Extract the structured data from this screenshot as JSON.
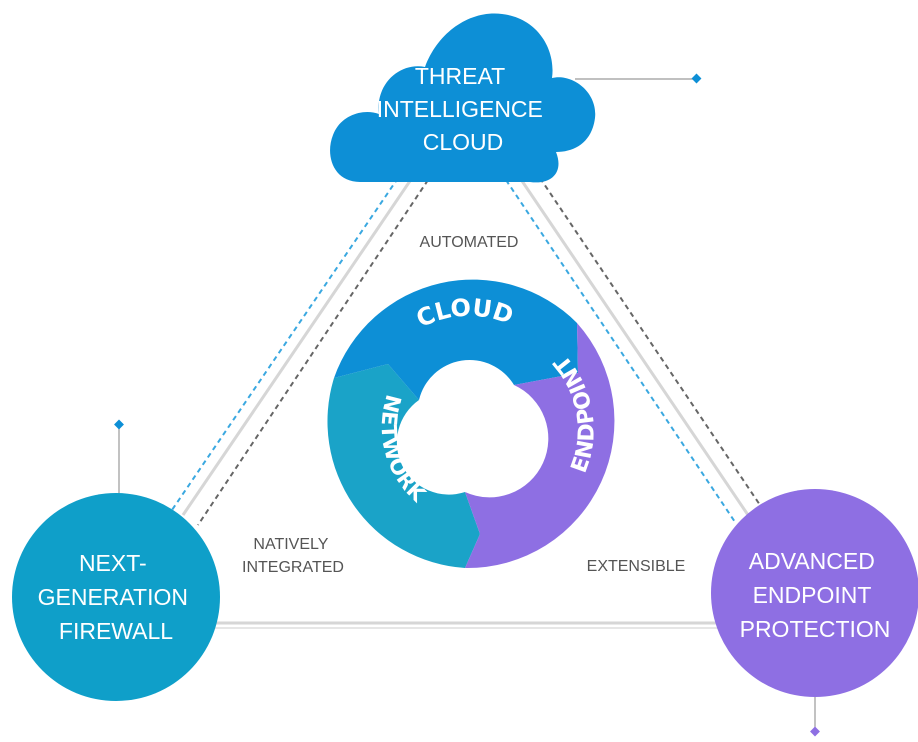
{
  "nodes": {
    "threat_cloud": {
      "lines": [
        "THREAT",
        "INTELLIGENCE",
        "CLOUD"
      ],
      "color": "#0d8fd6"
    },
    "firewall": {
      "lines": [
        "NEXT-",
        "GENERATION",
        "FIREWALL"
      ],
      "color": "#0f9fc9"
    },
    "endpoint_protection": {
      "lines": [
        "ADVANCED",
        "ENDPOINT",
        "PROTECTION"
      ],
      "color": "#8e6fe3"
    }
  },
  "edge_labels": {
    "automated": "AUTOMATED",
    "natively": [
      "NATIVELY",
      "INTEGRATED"
    ],
    "extensible": "EXTENSIBLE"
  },
  "cycle": {
    "cloud": "CLOUD",
    "network": "NETWORK",
    "endpoint": "ENDPOINT",
    "colors": {
      "cloud": "#0d8fd6",
      "network": "#1aa3c8",
      "endpoint": "#8e6fe3"
    }
  },
  "colors": {
    "dash_blue": "#3aa8e0",
    "dash_dark": "#666666",
    "solid_line": "#d6d6d6",
    "accent_blue": "#0d8fd6",
    "accent_purple": "#8e6fe3"
  }
}
